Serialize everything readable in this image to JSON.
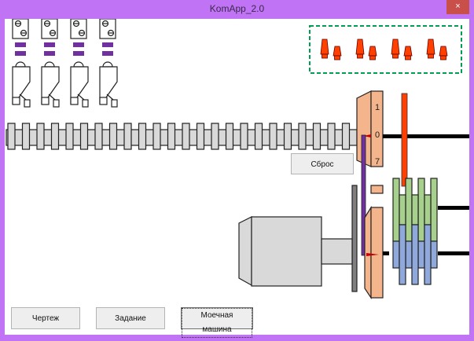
{
  "window": {
    "title": "KomApp_2.0",
    "close_label": "×"
  },
  "dial": {
    "upper_labels": [
      "1",
      "0",
      "7"
    ]
  },
  "buttons": {
    "reset": "Сброс",
    "drawing": "Чертеж",
    "task": "Задание",
    "washer": "Моечная машина"
  },
  "colors": {
    "titlebar": "#c073f5",
    "nozzle": "#ff4000",
    "gear_orange": "#f4b48c",
    "gear_green": "#a8d08d",
    "gear_blue": "#8fa9dc",
    "sensor_purple": "#7030a0",
    "dashed_border": "#00a050",
    "shaft_grey": "#d9d9d9"
  },
  "sensors": {
    "count": 4
  },
  "nozzles": {
    "pairs": 4
  }
}
